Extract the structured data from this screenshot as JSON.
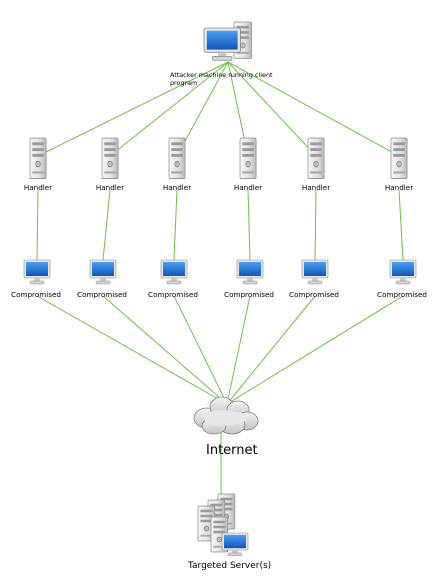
{
  "attacker": {
    "label_line1": "Attacker machine running client",
    "label_line2": "program"
  },
  "handlers": [
    {
      "label": "Handler"
    },
    {
      "label": "Handler"
    },
    {
      "label": "Handler"
    },
    {
      "label": "Handler"
    },
    {
      "label": "Handler"
    },
    {
      "label": "Handler"
    }
  ],
  "compromised": [
    {
      "label": "Compromised"
    },
    {
      "label": "Compromised"
    },
    {
      "label": "Compromised"
    },
    {
      "label": "Compromised"
    },
    {
      "label": "Compromised"
    },
    {
      "label": "Compromised"
    }
  ],
  "internet": {
    "label": "Internet"
  },
  "target": {
    "label": "Targeted Server(s)"
  },
  "colors": {
    "link": "#6cc04a",
    "screen": "#1f6fd1",
    "tower": "#e6e6e6"
  },
  "icons": {
    "attacker": "workstation-icon",
    "handler": "server-tower-icon",
    "compromised": "monitor-icon",
    "internet": "cloud-icon",
    "target": "server-cluster-icon"
  }
}
